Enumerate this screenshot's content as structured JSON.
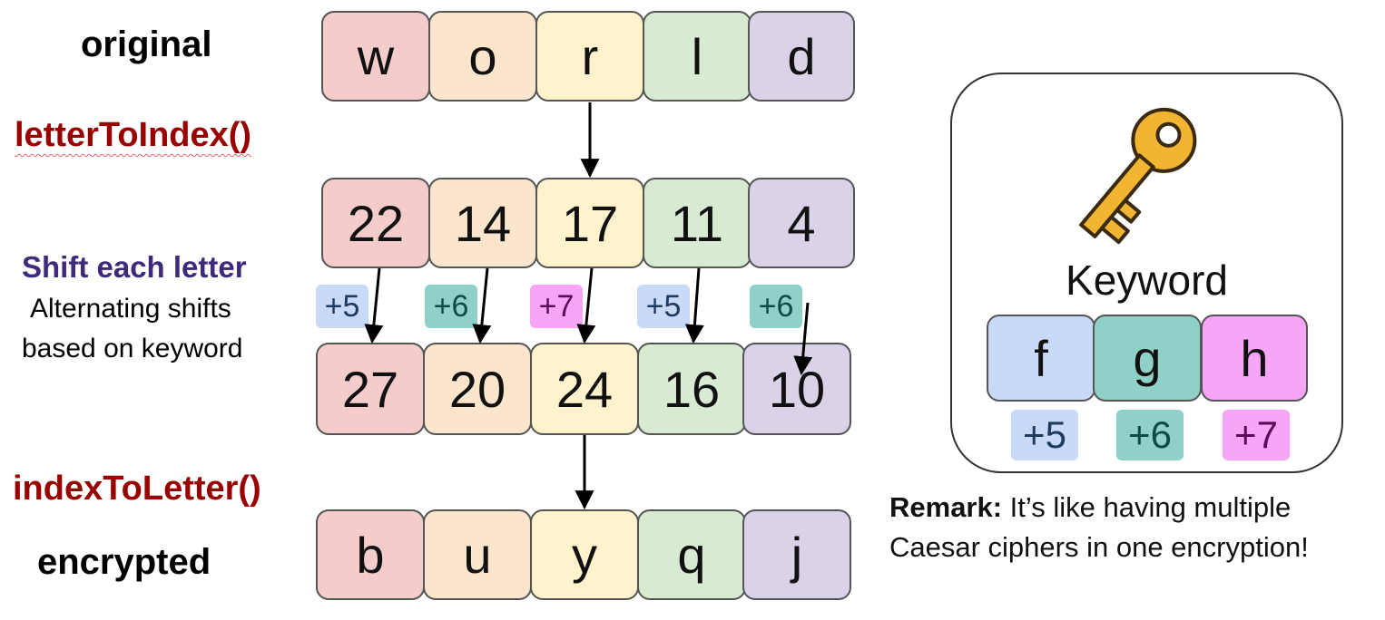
{
  "labels": {
    "original": "original",
    "letter_to_index": "letterToIndex()",
    "shift_title": "Shift each letter",
    "shift_sub1": "Alternating shifts",
    "shift_sub2": "based on keyword",
    "index_to_letter": "indexToLetter()",
    "encrypted": "encrypted"
  },
  "original_letters": [
    "w",
    "o",
    "r",
    "l",
    "d"
  ],
  "indices": [
    "22",
    "14",
    "17",
    "11",
    "4"
  ],
  "shifts": [
    "+5",
    "+6",
    "+7",
    "+5",
    "+6"
  ],
  "shifted": [
    "27",
    "20",
    "24",
    "16",
    "10"
  ],
  "encrypted_letters": [
    "b",
    "u",
    "y",
    "q",
    "j"
  ],
  "keyword": {
    "title": "Keyword",
    "letters": [
      "f",
      "g",
      "h"
    ],
    "shifts": [
      "+5",
      "+6",
      "+7"
    ]
  },
  "remark": {
    "bold": "Remark:",
    "line1": " It’s like having multiple",
    "line2": "Caesar ciphers in one encryption!"
  },
  "colors": {
    "cell_fills": [
      "#f4cccc",
      "#fce5cd",
      "#fff2cc",
      "#d9ead3",
      "#d9d2e9"
    ],
    "shift_fills": [
      "#c9daf8",
      "#8fd1c7",
      "#f7a6f7",
      "#c9daf8",
      "#8fd1c7"
    ],
    "shift_text": [
      "#1f3a5f",
      "#0b4d44",
      "#5a0a5a",
      "#1f3a5f",
      "#0b4d44"
    ],
    "key_gold": "#f2b531",
    "red_label": "#990000",
    "purple_label": "#3d2a7a"
  }
}
